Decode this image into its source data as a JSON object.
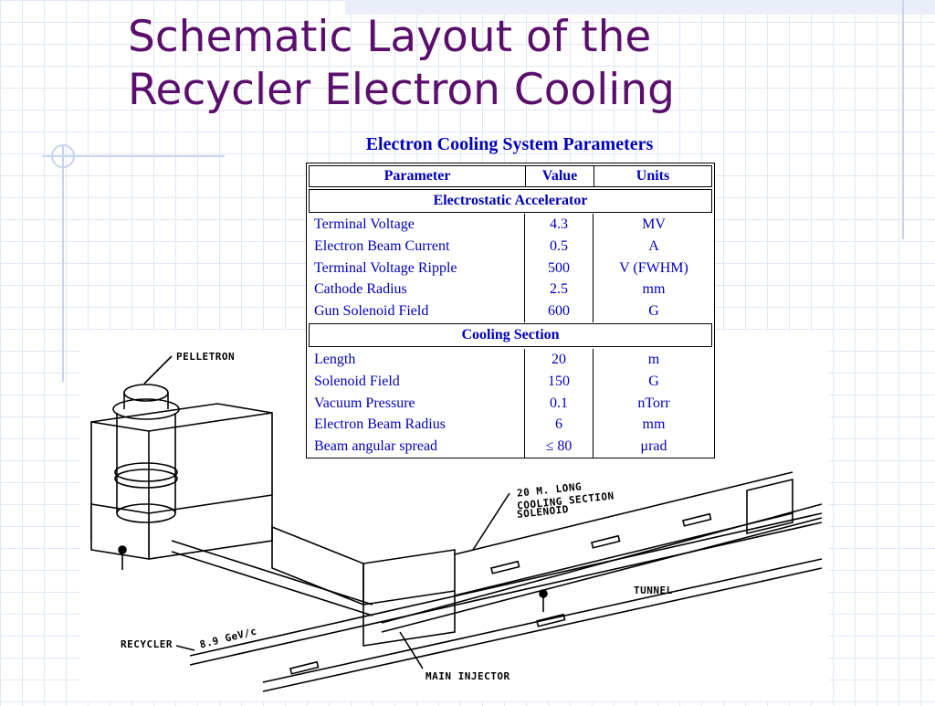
{
  "title": {
    "line1": "Schematic Layout of the",
    "line2": "Recycler Electron Cooling"
  },
  "table": {
    "caption": "Electron Cooling System Parameters",
    "headers": [
      "Parameter",
      "Value",
      "Units"
    ],
    "sections": [
      {
        "title": "Electrostatic Accelerator",
        "rows": [
          {
            "parameter": "Terminal Voltage",
            "value": "4.3",
            "units": "MV"
          },
          {
            "parameter": "Electron Beam Current",
            "value": "0.5",
            "units": "A"
          },
          {
            "parameter": "Terminal Voltage Ripple",
            "value": "500",
            "units": "V (FWHM)"
          },
          {
            "parameter": "Cathode Radius",
            "value": "2.5",
            "units": "mm"
          },
          {
            "parameter": "Gun Solenoid Field",
            "value": "600",
            "units": "G"
          }
        ]
      },
      {
        "title": "Cooling Section",
        "rows": [
          {
            "parameter": "Length",
            "value": "20",
            "units": "m"
          },
          {
            "parameter": "Solenoid Field",
            "value": "150",
            "units": "G"
          },
          {
            "parameter": "Vacuum Pressure",
            "value": "0.1",
            "units": "nTorr"
          },
          {
            "parameter": "Electron Beam Radius",
            "value": "6",
            "units": "mm"
          },
          {
            "parameter": "Beam angular spread",
            "value": "≤ 80",
            "units": "μrad"
          }
        ]
      }
    ]
  },
  "schematic": {
    "labels": {
      "pelletron": "PELLETRON",
      "cooling_line1": "20 M. LONG",
      "cooling_line2": "COOLING SECTION",
      "cooling_line3": "SOLENOID",
      "tunnel": "TUNNEL",
      "recycler": "RECYCLER",
      "energy": "8.9 GeV/c",
      "main_injector": "MAIN INJECTOR"
    }
  }
}
